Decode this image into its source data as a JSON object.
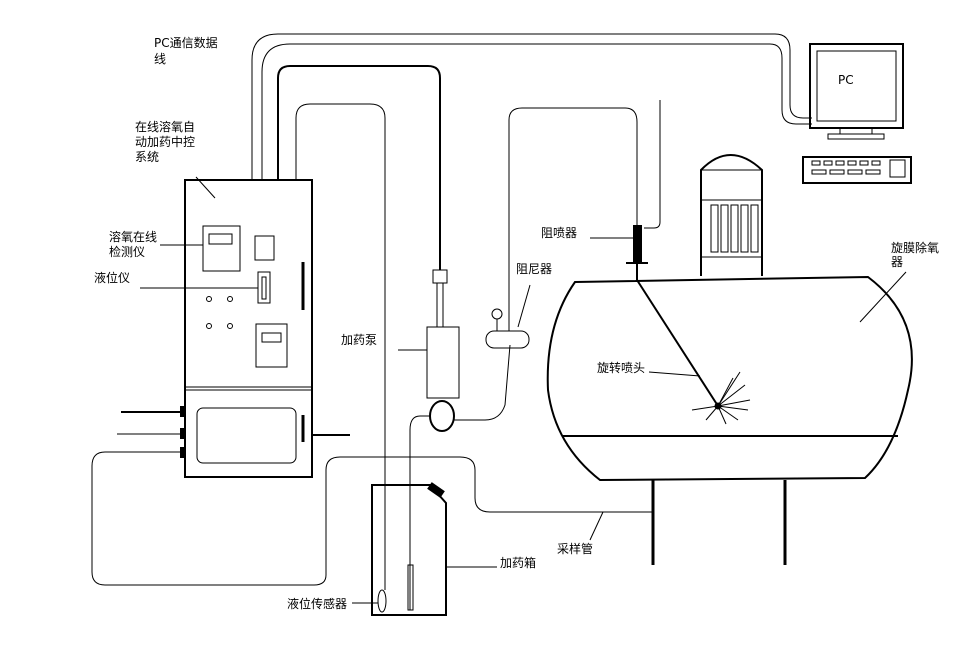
{
  "labels": {
    "pc_line": "PC通信数据",
    "pc_line_2": "线",
    "system_1": "在线溶氧自",
    "system_2": "动加药中控",
    "system_3": "系统",
    "do_meter_1": "溶氧在线",
    "do_meter_2": "检测仪",
    "level_meter": "液位仪",
    "dosing_pump": "加药泵",
    "damper": "阻尼器",
    "anti_spray": "阻喷器",
    "deaerator_1": "旋膜除氧",
    "deaerator_2": "器",
    "rotating_nozzle": "旋转喷头",
    "sampling_pipe": "采样管",
    "dosing_tank": "加药箱",
    "level_sensor": "液位传感器",
    "pc": "PC"
  }
}
